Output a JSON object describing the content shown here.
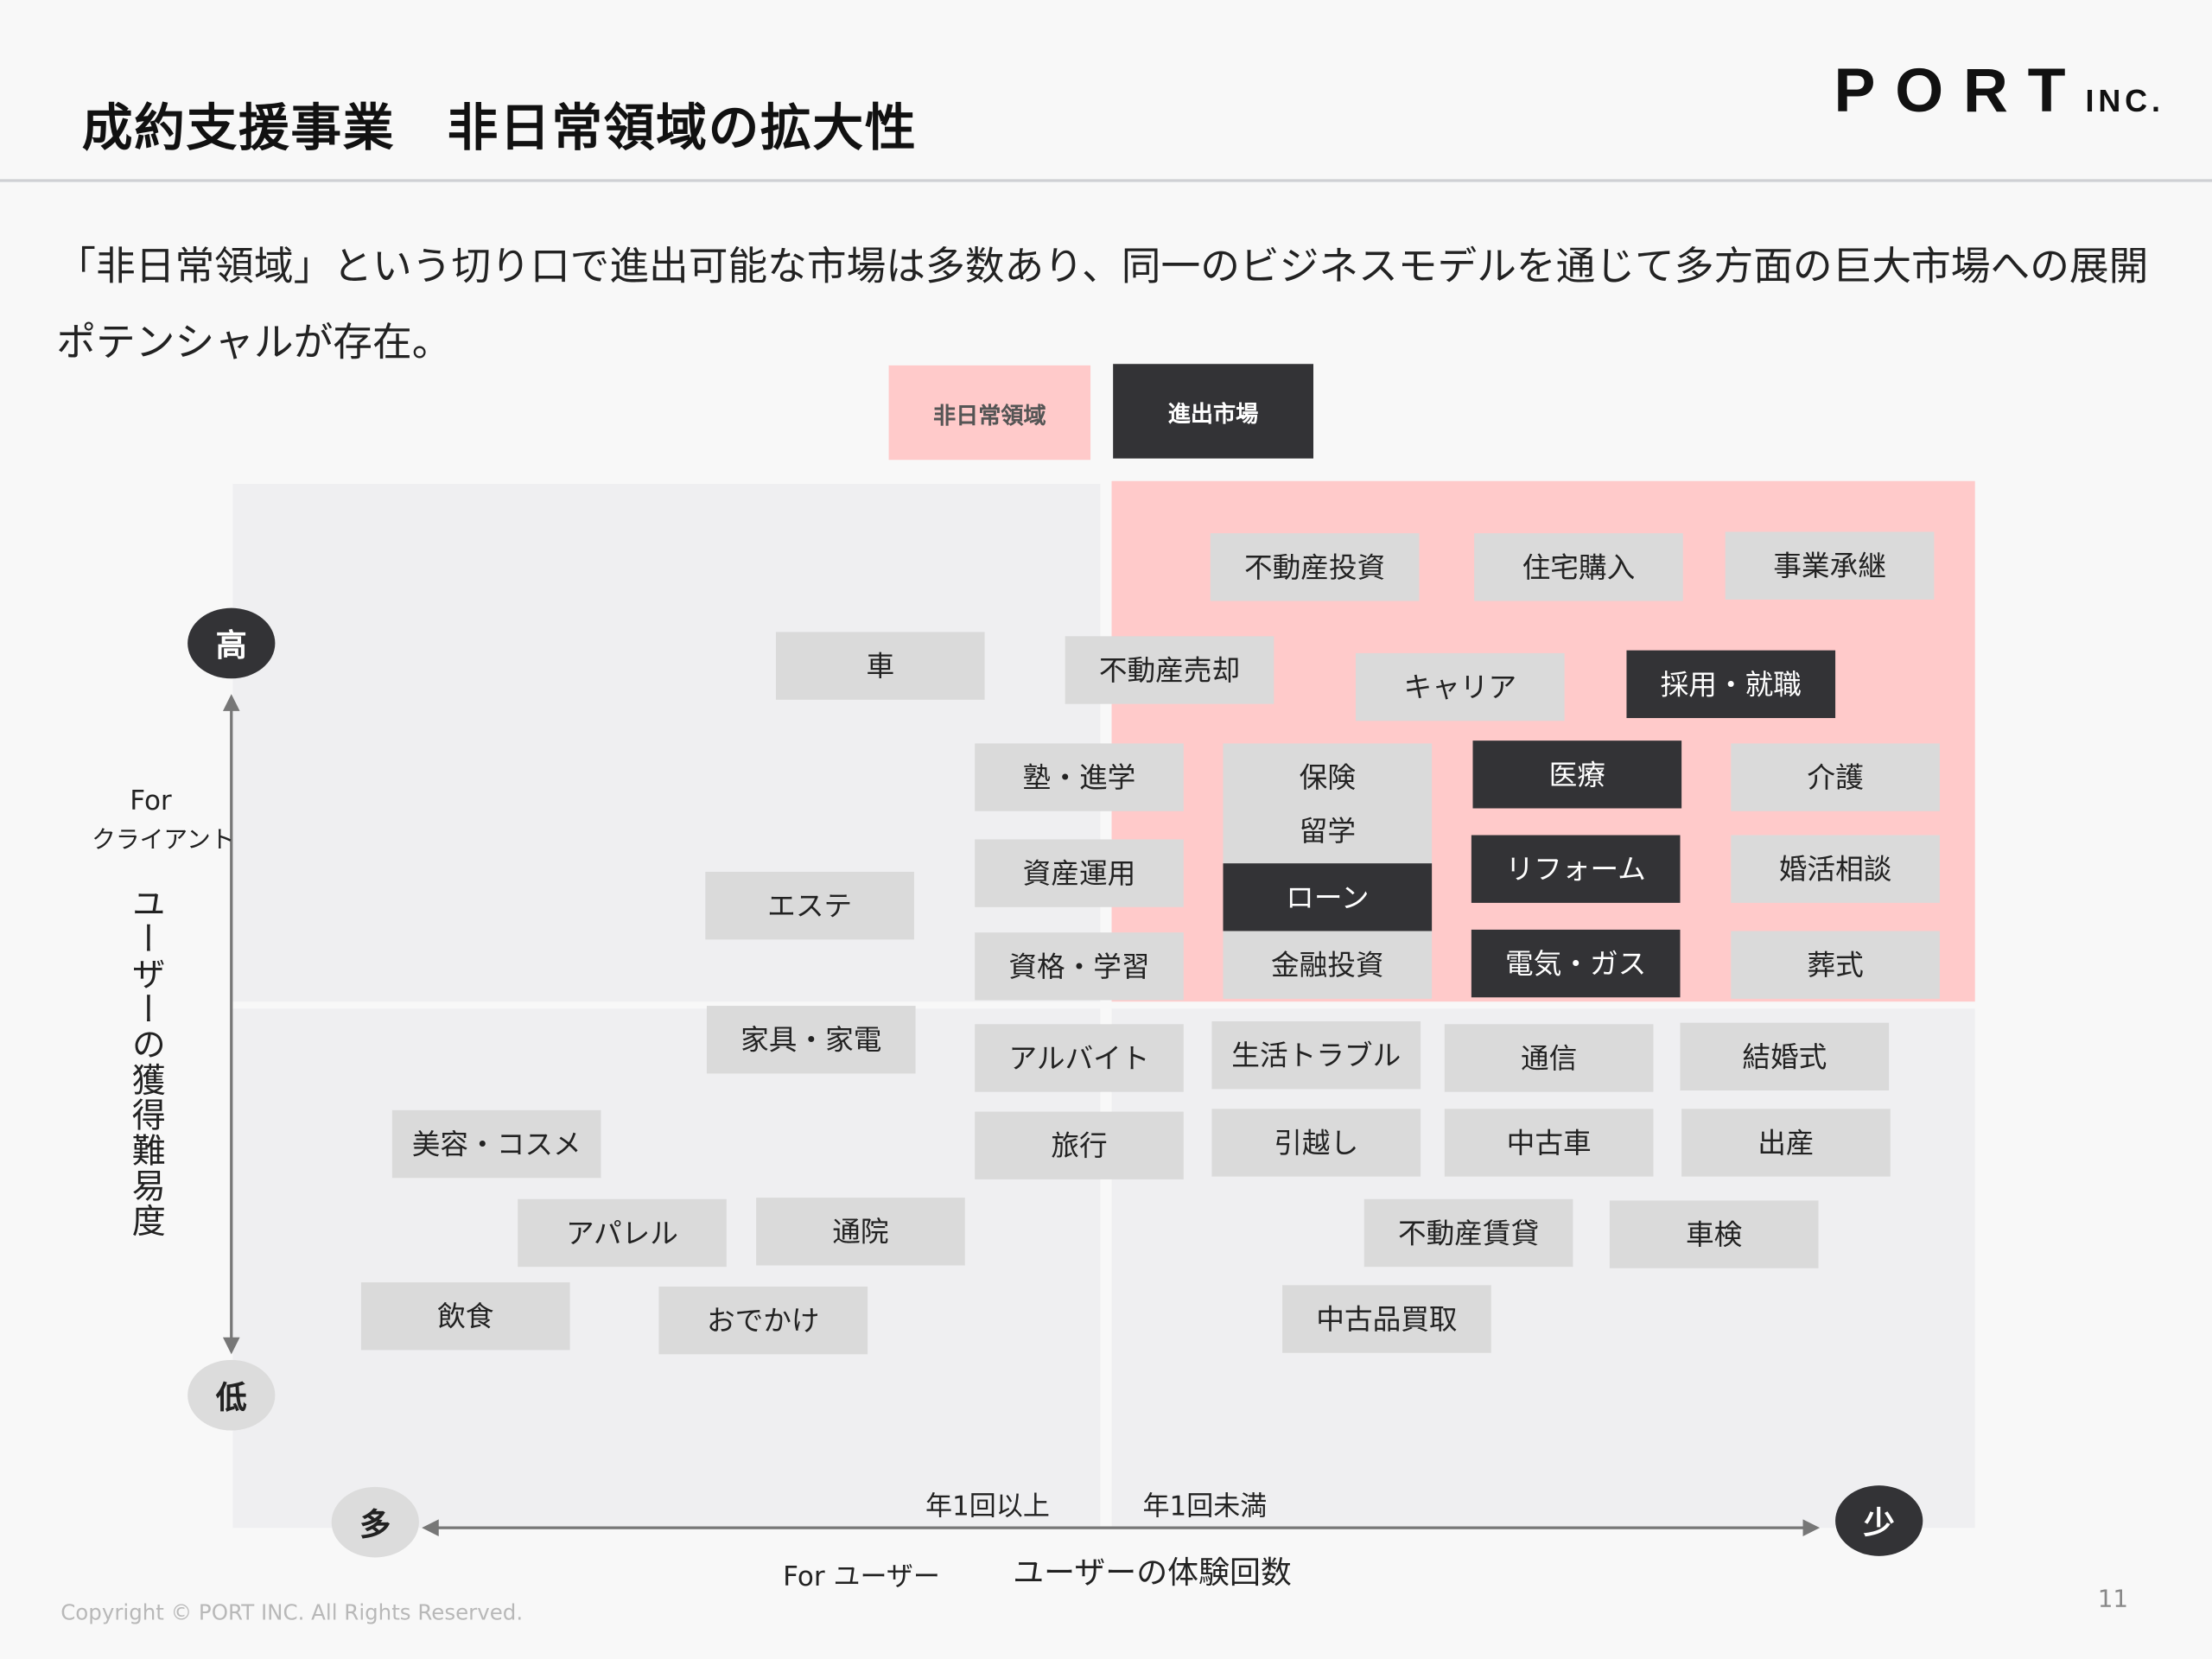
{
  "header": {
    "title": "成約支援事業　非日常領域の拡大性",
    "logo_main": "PORT",
    "logo_suffix": "INC."
  },
  "lead": "「非日常領域」という切り口で進出可能な市場は多数あり、同一のビジネスモデルを通じて多方面の巨大市場への展開ポテンシャルが存在。",
  "legend": {
    "non_daily": "非日常領域",
    "entered": "進出市場"
  },
  "colors": {
    "pink": "#ffcaca",
    "dark": "#333336",
    "box": "#dadada"
  },
  "axes": {
    "y_high": "高",
    "y_low": "低",
    "y_for": "For",
    "y_for2": "クライアント",
    "y_title": "ユーザーの獲得難易度",
    "x_many": "多",
    "x_few": "少",
    "x_left_label": "年1回以上",
    "x_right_label": "年1回未満",
    "x_for": "For ユーザー",
    "x_title": "ユーザーの体験回数"
  },
  "markets": [
    {
      "label": "不動産投資",
      "entered": false
    },
    {
      "label": "住宅購入",
      "entered": false
    },
    {
      "label": "事業承継",
      "entered": false
    },
    {
      "label": "車",
      "entered": false
    },
    {
      "label": "不動産売却",
      "entered": false
    },
    {
      "label": "キャリア",
      "entered": false
    },
    {
      "label": "採用・就職",
      "entered": true
    },
    {
      "label": "塾・進学",
      "entered": false
    },
    {
      "label": "保険",
      "label2": "留学",
      "entered": false
    },
    {
      "label": "医療",
      "entered": true
    },
    {
      "label": "介護",
      "entered": false
    },
    {
      "label": "資産運用",
      "entered": false
    },
    {
      "label": "ローン",
      "entered": true
    },
    {
      "label": "リフォーム",
      "entered": true
    },
    {
      "label": "婚活相談",
      "entered": false
    },
    {
      "label": "エステ",
      "entered": false
    },
    {
      "label": "資格・学習",
      "entered": false
    },
    {
      "label": "金融投資",
      "entered": false
    },
    {
      "label": "電気・ガス",
      "entered": true
    },
    {
      "label": "葬式",
      "entered": false
    },
    {
      "label": "家具・家電",
      "entered": false
    },
    {
      "label": "アルバイト",
      "entered": false
    },
    {
      "label": "生活トラブル",
      "entered": false
    },
    {
      "label": "通信",
      "entered": false
    },
    {
      "label": "結婚式",
      "entered": false
    },
    {
      "label": "美容・コスメ",
      "entered": false
    },
    {
      "label": "旅行",
      "entered": false
    },
    {
      "label": "引越し",
      "entered": false
    },
    {
      "label": "中古車",
      "entered": false
    },
    {
      "label": "出産",
      "entered": false
    },
    {
      "label": "アパレル",
      "entered": false
    },
    {
      "label": "通院",
      "entered": false
    },
    {
      "label": "不動産賃貸",
      "entered": false
    },
    {
      "label": "車検",
      "entered": false
    },
    {
      "label": "飲食",
      "entered": false
    },
    {
      "label": "おでかけ",
      "entered": false
    },
    {
      "label": "中古品買取",
      "entered": false
    }
  ],
  "footer": {
    "copyright": "Copyright © PORT INC. All Rights Reserved.",
    "page": "11"
  }
}
